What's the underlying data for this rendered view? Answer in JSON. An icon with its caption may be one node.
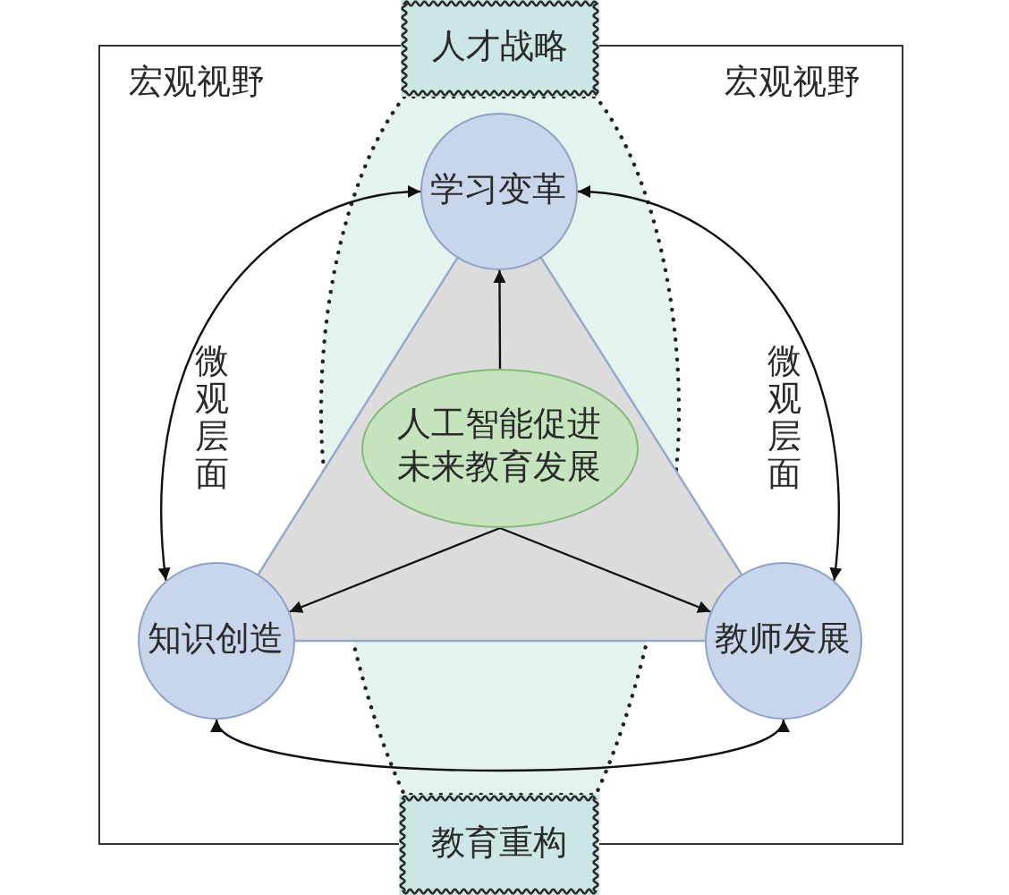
{
  "diagram": {
    "nodes": [
      {
        "text": [
          "人才战略"
        ]
      },
      {
        "text": [
          "宏观视野",
          "宏观视野"
        ]
      },
      {
        "text": [
          "学习变革"
        ],
        "in": 1
      },
      {
        "text": [
          "人工智能促进未来教育发展"
        ],
        "in": 1
      },
      {
        "text": [
          "知识创造"
        ],
        "in": 1
      },
      {
        "text": [
          "教师发展"
        ],
        "in": 1
      },
      {
        "text": [
          "教育重构"
        ]
      }
    ],
    "edges": [
      {
        "from": 3,
        "to": 2,
        "arrow": "to"
      },
      {
        "from": 3,
        "to": 4,
        "arrow": "to"
      },
      {
        "from": 3,
        "to": 5,
        "arrow": "to"
      },
      {
        "from": 4,
        "to": 2,
        "arrow": "both",
        "label": "微观层面"
      },
      {
        "from": 5,
        "to": 2,
        "arrow": "both",
        "label": "微观层面"
      },
      {
        "from": 4,
        "to": 5,
        "arrow": "both"
      }
    ]
  }
}
